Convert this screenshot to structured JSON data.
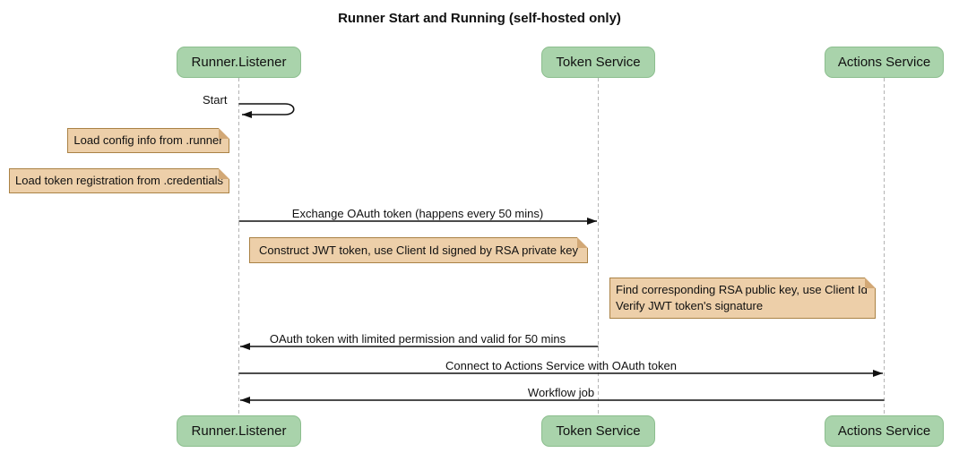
{
  "title": "Runner Start and Running (self-hosted only)",
  "participants": [
    {
      "label": "Runner.Listener"
    },
    {
      "label": "Token Service"
    },
    {
      "label": "Actions Service"
    }
  ],
  "messages": {
    "start": {
      "label": "Start"
    },
    "exchange": {
      "label": "Exchange OAuth token (happens every 50 mins)"
    },
    "oauth_return": {
      "label": "OAuth token with limited permission and valid for 50 mins"
    },
    "connect": {
      "label": "Connect to Actions Service with OAuth token"
    },
    "workflow": {
      "label": "Workflow job"
    }
  },
  "notes": {
    "load_config": {
      "text": "Load config info from .runner"
    },
    "load_token": {
      "text": "Load token registration from .credentials"
    },
    "construct_jwt": {
      "text": "Construct JWT token, use Client Id signed by RSA private key"
    },
    "verify_jwt": {
      "text": "Find corresponding RSA public key, use Client Id\nVerify JWT token's signature"
    }
  },
  "colors": {
    "participant_fill": "#A9D3AB",
    "participant_border": "#8CBE8E",
    "note_fill": "#EDCFA9",
    "note_border": "#AA8245",
    "note_fold": "#D2A876",
    "lifeline": "#B3B3B3",
    "message": "#111111"
  }
}
